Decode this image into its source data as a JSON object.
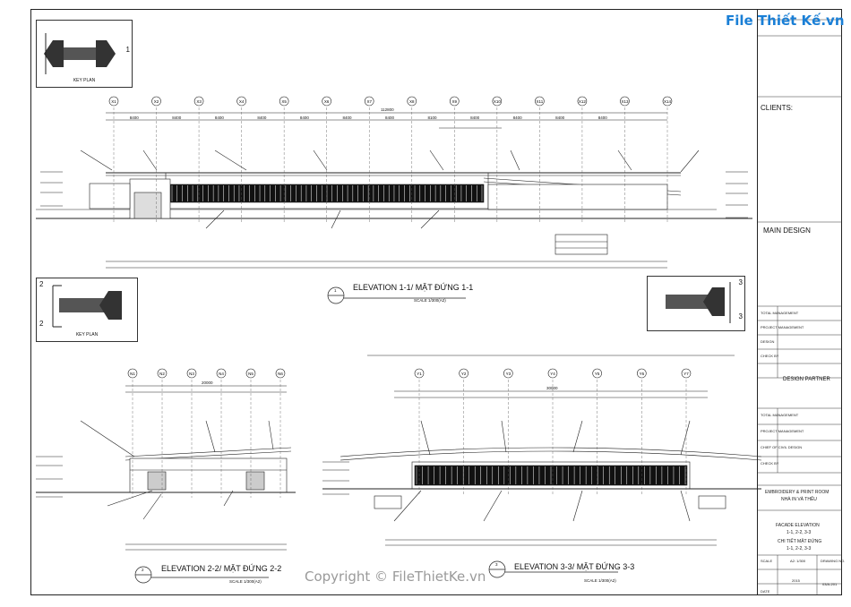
{
  "watermark": {
    "logo": "File Thiết Kế.vn",
    "copyright": "Copyright © FileThietKe.vn"
  },
  "key_plan_label": "KEY PLAN",
  "key_plan_numbers": [
    "1",
    "2",
    "3"
  ],
  "elevations": [
    {
      "title": "ELEVATION 1-1/ MẶT ĐỨNG 1-1",
      "scale": "SCALE 1/300(A2)",
      "marker": "1",
      "ref": "A-"
    },
    {
      "title": "ELEVATION 2-2/ MẶT ĐỨNG 2-2",
      "scale": "SCALE 1/300(A2)",
      "marker": "2",
      "ref": "A-"
    },
    {
      "title": "ELEVATION 3-3/ MẶT ĐỨNG 3-3",
      "scale": "SCALE 1/300(A2)",
      "marker": "3",
      "ref": "A-"
    }
  ],
  "elev1_grid_labels": [
    "X1",
    "X2",
    "X3",
    "X4",
    "X5",
    "X6",
    "X7",
    "X8",
    "X9",
    "X10",
    "X11",
    "X12",
    "X13",
    "X14"
  ],
  "elev1_top_dim": "112800",
  "elev1_spacings": [
    "8400",
    "8400",
    "8400",
    "8400",
    "8400",
    "8400",
    "8400",
    "8100",
    "8400",
    "8400",
    "8400",
    "8400"
  ],
  "elev2_grid_labels": [
    "N1",
    "N2",
    "N3",
    "N4",
    "N5",
    "N6"
  ],
  "elev2_top_dim": "20000",
  "elev3_grid_labels": [
    "Y1",
    "Y2",
    "Y3",
    "Y4",
    "Y5",
    "Y6",
    "Y7"
  ],
  "elev3_top_dim": "30000",
  "title_block": {
    "clients": "CLIENTS:",
    "main_design": "MAIN DESIGN",
    "design_partner": "DESIGN PARTNER",
    "project": "EMBROIDERY & PRINT ROOM",
    "project_vn": "NHÀ IN VÀ THÊU",
    "drawing_title": "FACADE ELEVATION",
    "drawing_title2": "1-1, 2-2, 3-3",
    "drawing_title_vn": "CHI TIẾT MẶT ĐỨNG",
    "drawing_title_vn2": "1-1, 2-2, 3-3",
    "rows": [
      "TOTAL MANAGEMENT",
      "PROJECT MANAGEMENT",
      "DESIGN",
      "CHECK BY"
    ],
    "rows2": [
      "TOTAL MANAGEMENT",
      "PROJECT MANAGEMENT",
      "CHIEF OF CIVIL DESIGN",
      "CHECK BY"
    ],
    "scale_label": "SCALE",
    "scale_value": "A2: 1/300",
    "drawing_no": "DRAWING NO.",
    "date_label": "DATE",
    "date_value": "2015",
    "sheet_no": "03/A-201"
  }
}
